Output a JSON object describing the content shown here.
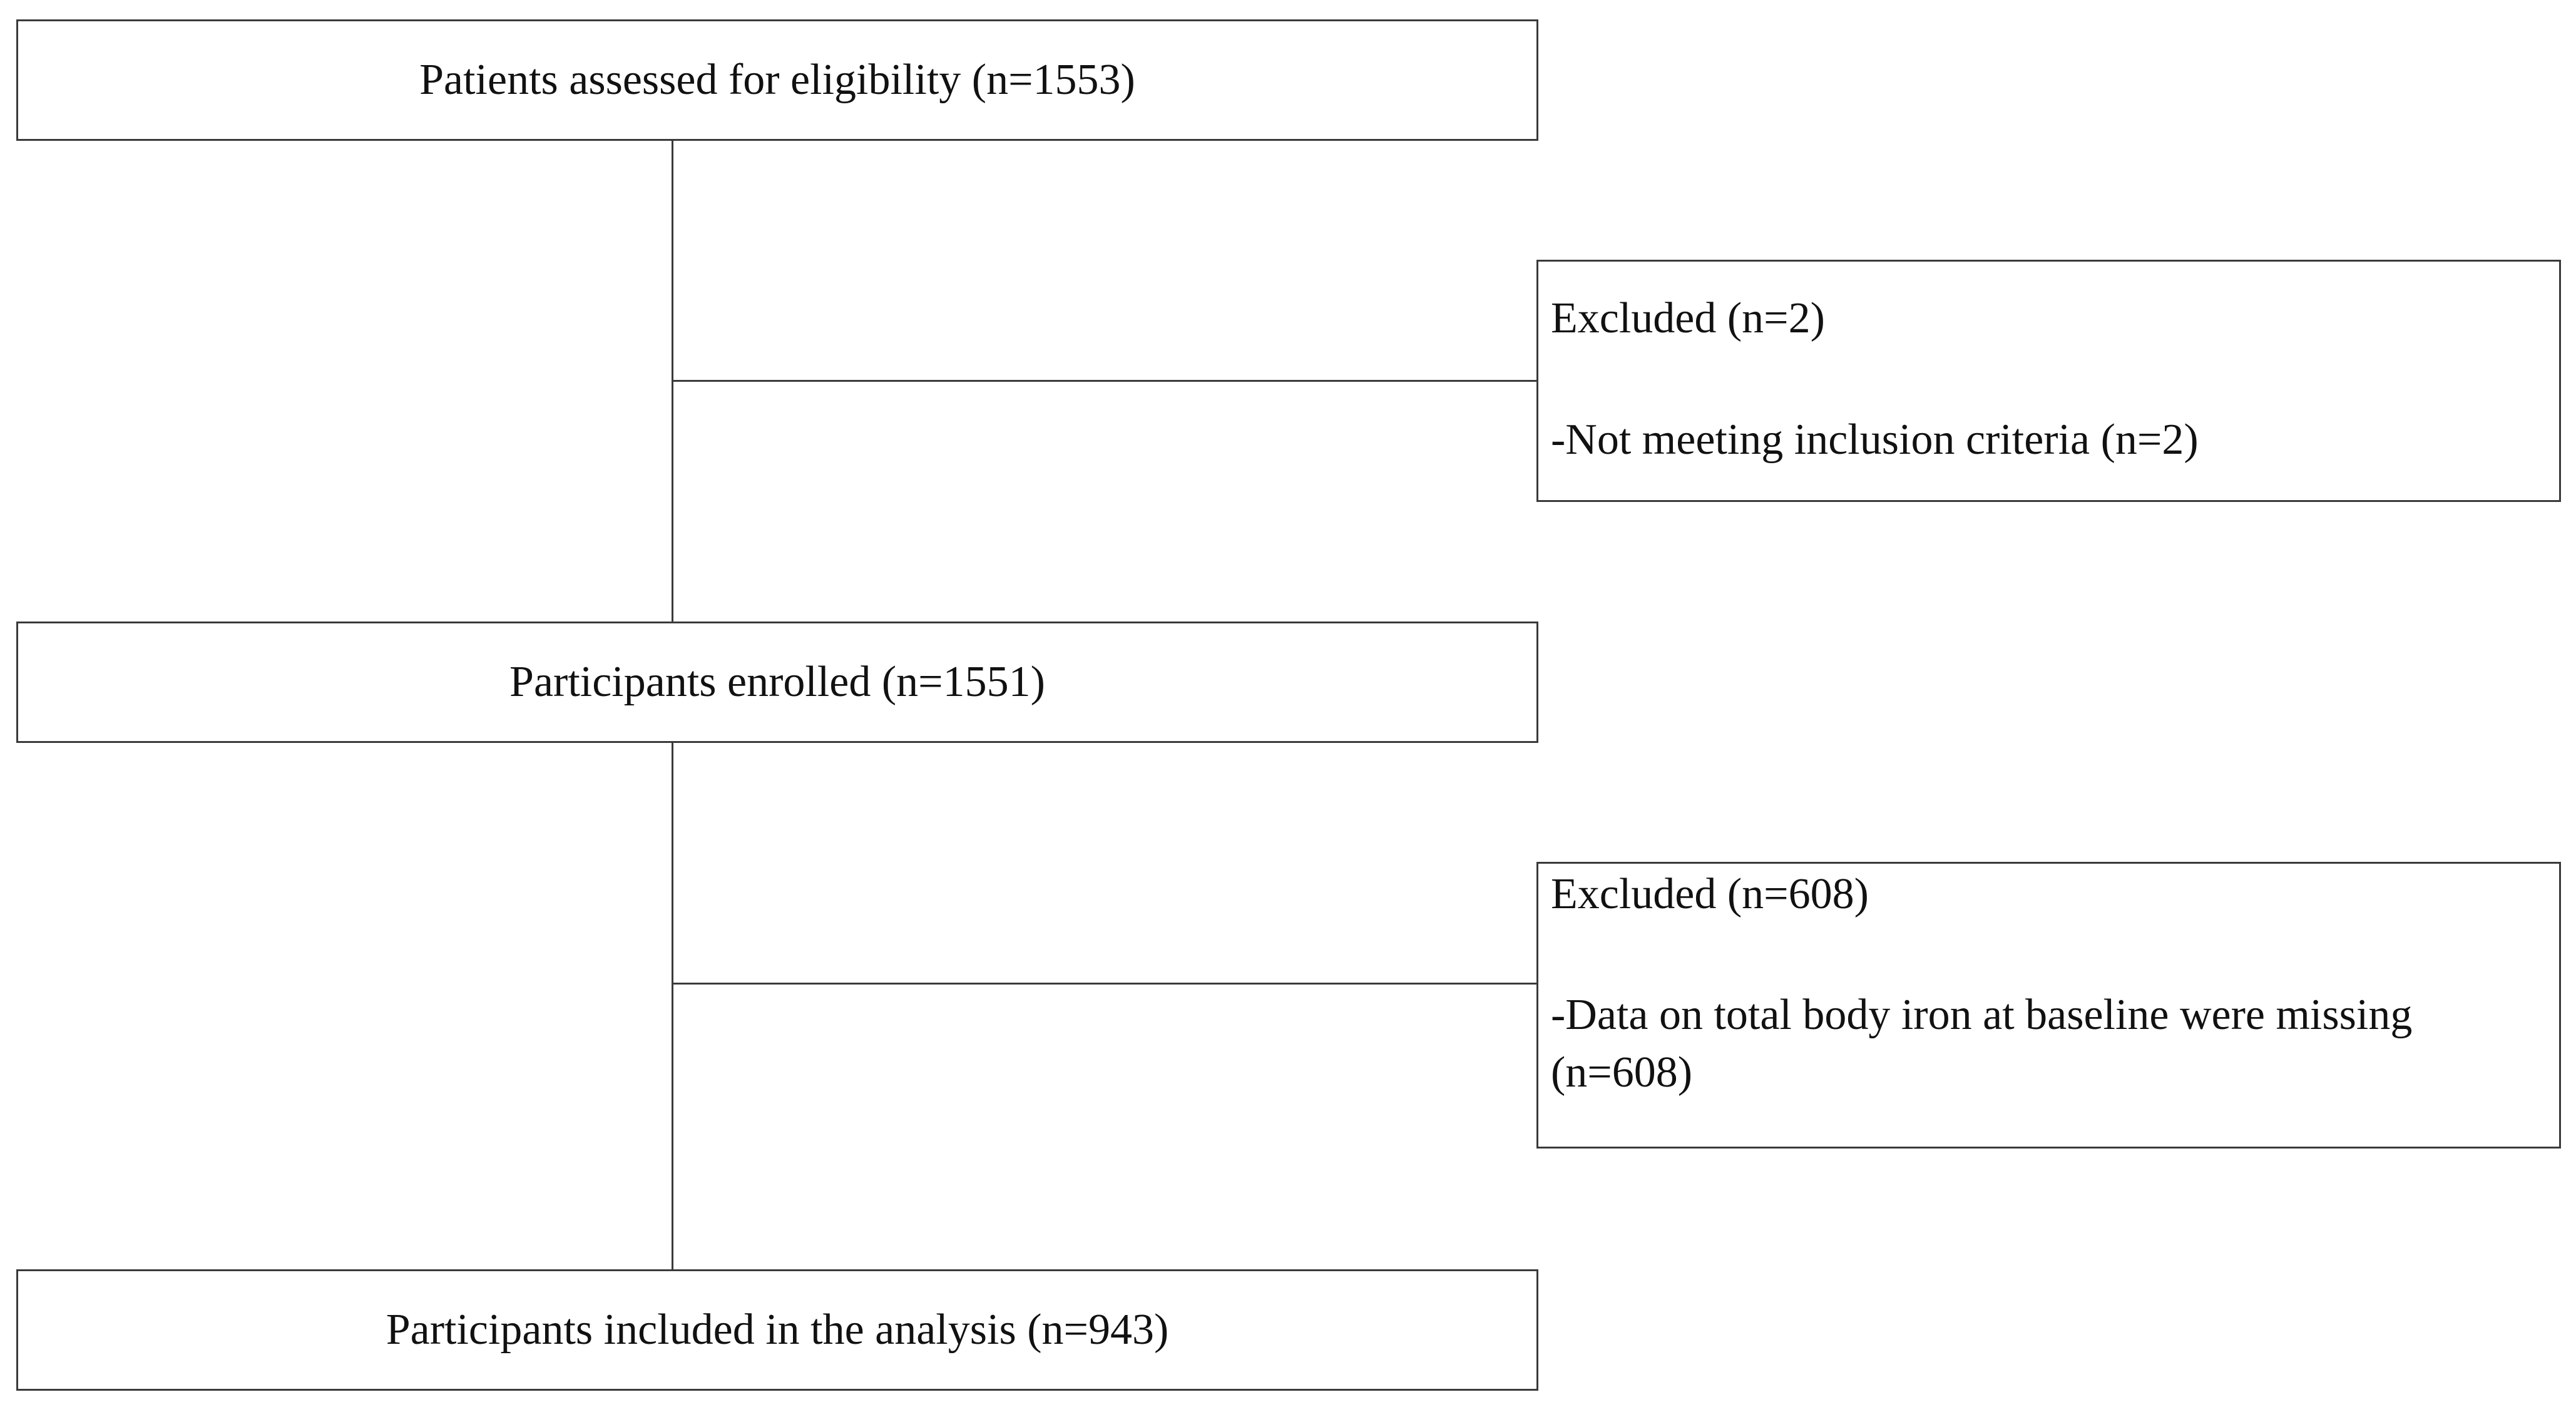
{
  "flowchart": {
    "assessed": {
      "label": "Patients assessed for eligibility  (n=1553)"
    },
    "excluded_1": {
      "heading": "Excluded (n=2)",
      "reason": "-Not meeting inclusion criteria (n=2)"
    },
    "enrolled": {
      "label": "Participants enrolled (n=1551)"
    },
    "excluded_2": {
      "heading": "Excluded (n=608)",
      "reason": "-Data on total body iron at baseline were missing (n=608)"
    },
    "included": {
      "label": "Participants included in the analysis (n=943)"
    }
  }
}
